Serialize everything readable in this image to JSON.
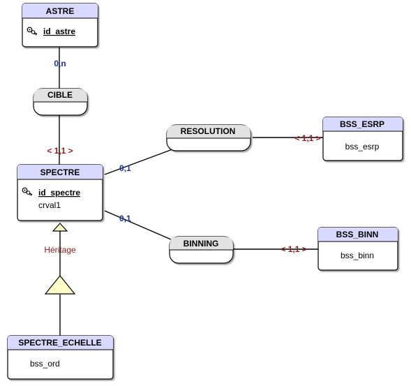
{
  "colors": {
    "entity_header": "#d9d9ff",
    "association_header": "#e2e2e2",
    "inheritance_triangle": "#ffffc8",
    "cardinality_blue": "#1b2fa0",
    "cardinality_red": "#9a1a1a"
  },
  "entities": {
    "astre": {
      "title": "ASTRE",
      "key": "id_astre"
    },
    "spectre": {
      "title": "SPECTRE",
      "key": "id_spectre",
      "attr": "crval1"
    },
    "bss_esrp": {
      "title": "BSS_ESRP",
      "attr": "bss_esrp"
    },
    "bss_binn": {
      "title": "BSS_BINN",
      "attr": "bss_binn"
    },
    "spectre_echelle": {
      "title": "SPECTRE_ECHELLE",
      "attr": "bss_ord"
    }
  },
  "associations": {
    "cible": "CIBLE",
    "resolution": "RESOLUTION",
    "binning": "BINNING"
  },
  "cardinalities": {
    "astre_cible": "0,n",
    "cible_spectre": "< 1,1 >",
    "spectre_resolution": "0,1",
    "resolution_esrp": "< 1,1 >",
    "spectre_binning": "0,1",
    "binning_binn": "< 1,1 >"
  },
  "inheritance": {
    "label": "Héritage"
  },
  "icons": {
    "primary_key": "key-icon"
  }
}
